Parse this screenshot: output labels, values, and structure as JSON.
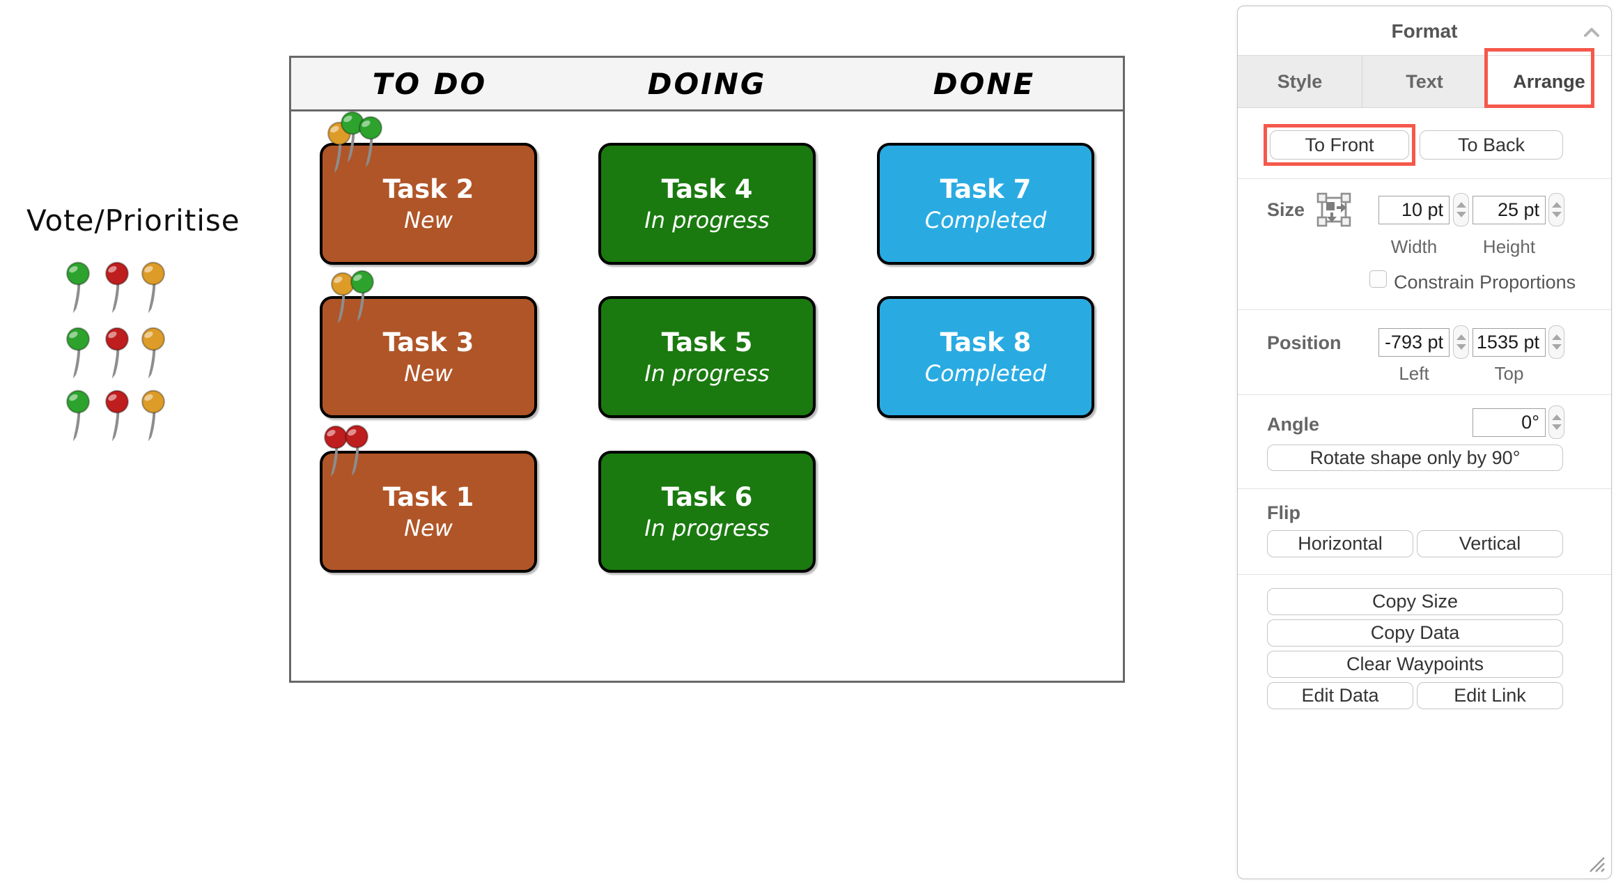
{
  "canvas": {
    "vote_label": "Vote/Prioritise",
    "pin_colors": {
      "green": "#2da32d",
      "red": "#bf1e1e",
      "orange": "#dd9b28"
    },
    "vote_pins": [
      [
        "green",
        "red",
        "orange"
      ],
      [
        "green",
        "red",
        "orange"
      ],
      [
        "green",
        "red",
        "orange"
      ]
    ]
  },
  "board": {
    "card_colors": {
      "todo": "#b05528",
      "doing": "#1a7a0f",
      "done": "#29abe2"
    },
    "columns": [
      {
        "header": "TO DO",
        "cards": [
          {
            "title": "Task 2",
            "status": "New",
            "pins": [
              "orange",
              "green",
              "green"
            ]
          },
          {
            "title": "Task 3",
            "status": "New",
            "pins": [
              "orange",
              "green"
            ]
          },
          {
            "title": "Task 1",
            "status": "New",
            "pins": [
              "red",
              "red"
            ]
          }
        ]
      },
      {
        "header": "DOING",
        "cards": [
          {
            "title": "Task 4",
            "status": "In progress",
            "pins": []
          },
          {
            "title": "Task 5",
            "status": "In progress",
            "pins": []
          },
          {
            "title": "Task 6",
            "status": "In progress",
            "pins": []
          }
        ]
      },
      {
        "header": "DONE",
        "cards": [
          {
            "title": "Task 7",
            "status": "Completed",
            "pins": []
          },
          {
            "title": "Task 8",
            "status": "Completed",
            "pins": []
          }
        ]
      }
    ]
  },
  "format_panel": {
    "title": "Format",
    "highlight_color": "#f5584b",
    "tabs": [
      {
        "label": "Style"
      },
      {
        "label": "Text"
      },
      {
        "label": "Arrange"
      }
    ],
    "selected_tab": "Arrange",
    "arrange": {
      "to_front": "To Front",
      "to_back": "To Back",
      "size": {
        "label": "Size",
        "width_value": "10 pt",
        "height_value": "25 pt",
        "width_label": "Width",
        "height_label": "Height",
        "constrain_label": "Constrain Proportions",
        "constrain_checked": false
      },
      "position": {
        "label": "Position",
        "left_value": "-793 pt",
        "top_value": "1535 pt",
        "left_label": "Left",
        "top_label": "Top"
      },
      "angle": {
        "label": "Angle",
        "value": "0°",
        "rotate_button": "Rotate shape only by 90°"
      },
      "flip": {
        "label": "Flip",
        "horizontal": "Horizontal",
        "vertical": "Vertical"
      },
      "actions": {
        "copy_size": "Copy Size",
        "copy_data": "Copy Data",
        "clear_waypoints": "Clear Waypoints",
        "edit_data": "Edit Data",
        "edit_link": "Edit Link"
      }
    }
  }
}
